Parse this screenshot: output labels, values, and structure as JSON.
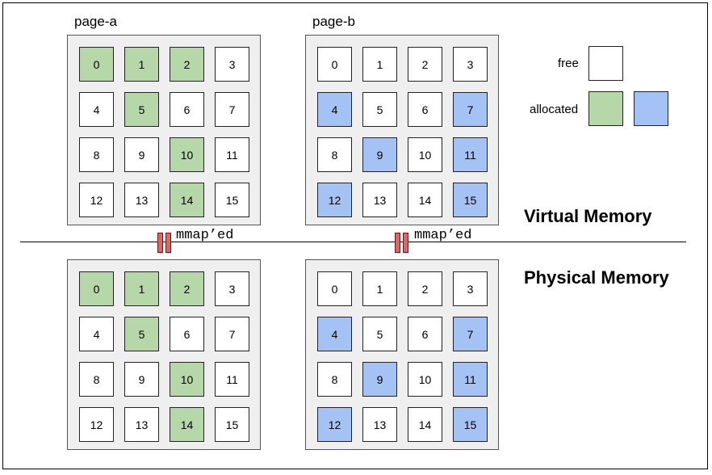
{
  "pages": {
    "a_label": "page-a",
    "b_label": "page-b"
  },
  "grid_numbers": [
    "0",
    "1",
    "2",
    "3",
    "4",
    "5",
    "6",
    "7",
    "8",
    "9",
    "10",
    "11",
    "12",
    "13",
    "14",
    "15"
  ],
  "allocated_a": [
    0,
    1,
    2,
    5,
    10,
    14
  ],
  "allocated_b": [
    4,
    7,
    9,
    11,
    12,
    15
  ],
  "mapping_label": "mmap’ed",
  "titles": {
    "virtual": "Virtual Memory",
    "physical": "Physical Memory"
  },
  "legend": {
    "free": "free",
    "allocated": "allocated"
  },
  "colors": {
    "free": "#ffffff",
    "allocated_a": "#b6d7a8",
    "allocated_b": "#a4c2f4",
    "page_bg": "#efefef",
    "mmap_bar": "#e06666"
  }
}
